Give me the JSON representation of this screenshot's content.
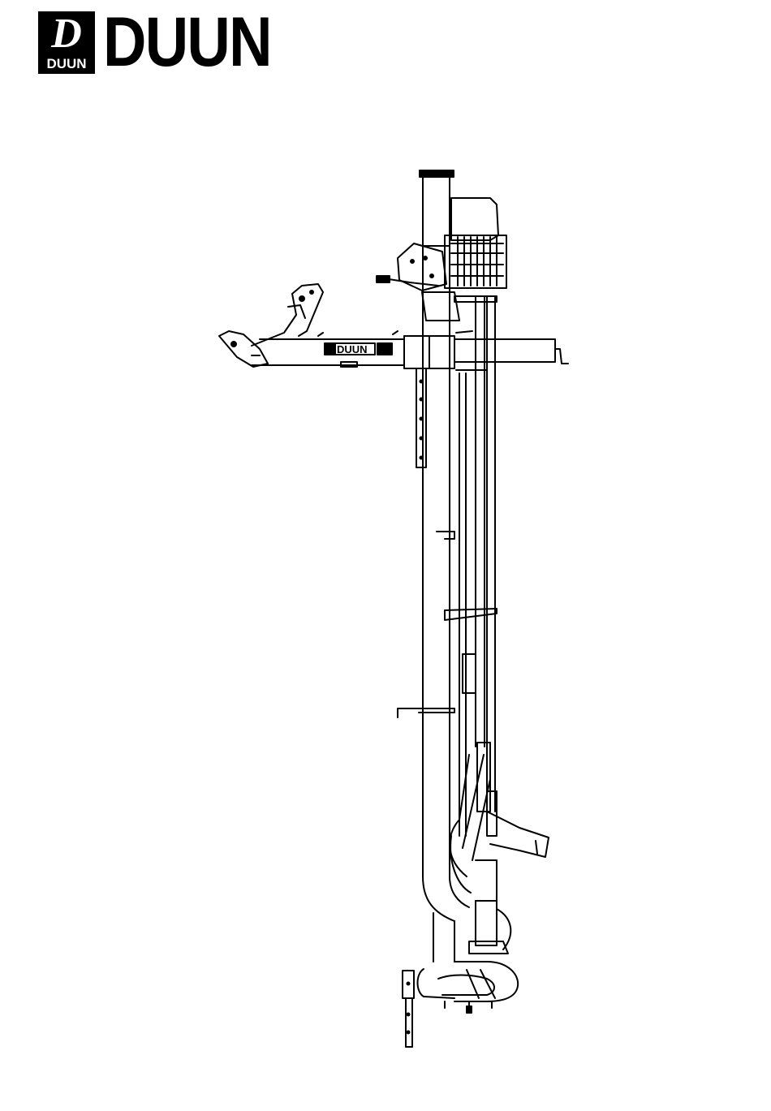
{
  "brand": {
    "mark_letter": "D",
    "mark_text": "DUUN",
    "wordmark": "DUUN",
    "machine_label": "DUUN",
    "color": "#000000"
  },
  "drawing": {
    "icon": "agitator-pump-line-drawing-icon"
  }
}
